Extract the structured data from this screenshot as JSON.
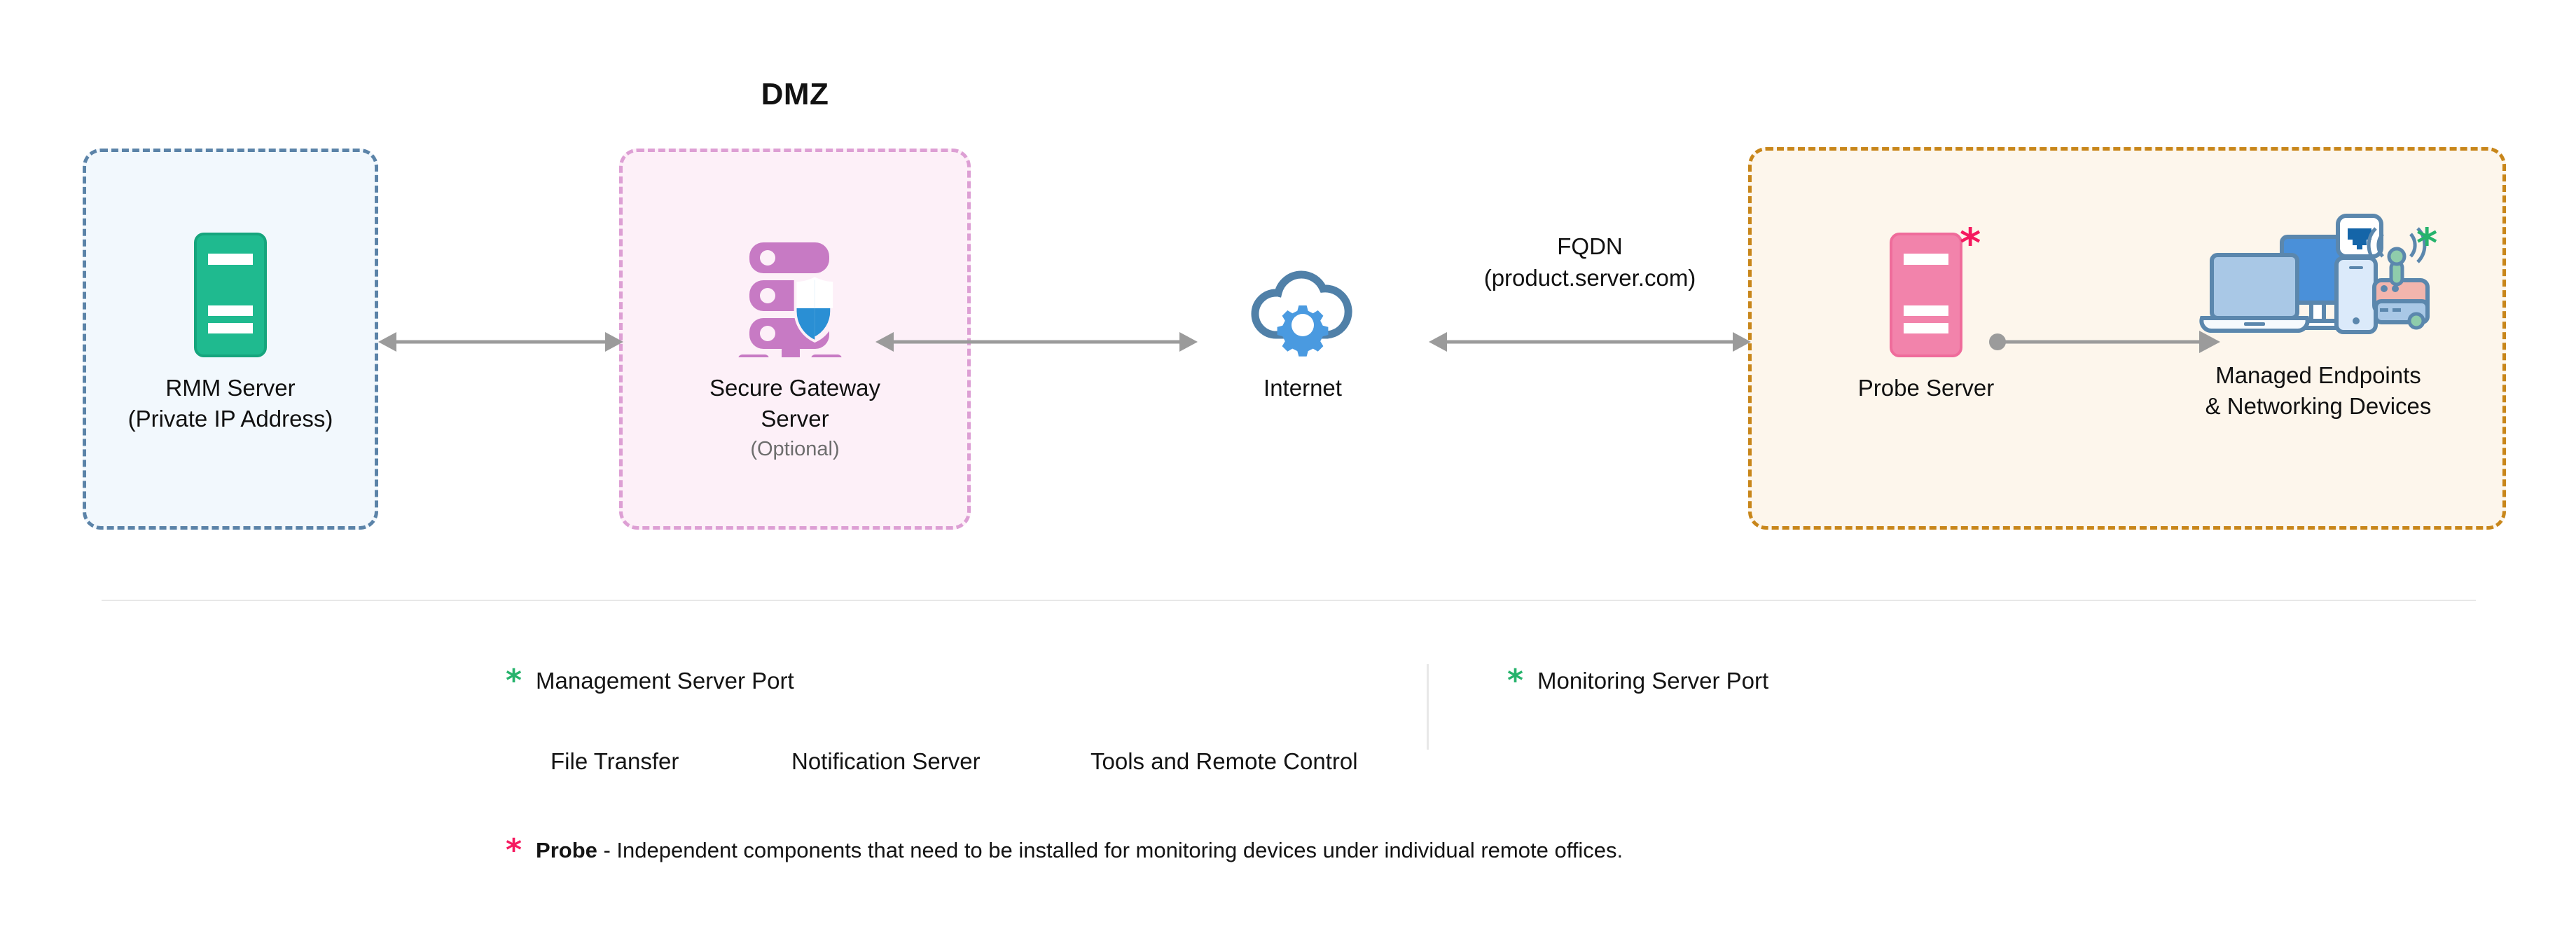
{
  "diagram": {
    "dmz_title": "DMZ",
    "nodes": [
      {
        "id": "rmm-server",
        "label": "RMM Server\n(Private IP Address)",
        "icon": "server-icon"
      },
      {
        "id": "secure-gateway-server",
        "label": "Secure Gateway\nServer",
        "sublabel": "(Optional)",
        "icon": "secure-server-shield-icon"
      },
      {
        "id": "internet",
        "label": "Internet",
        "icon": "cloud-gear-icon"
      },
      {
        "id": "probe-server",
        "label": "Probe Server",
        "icon": "server-icon",
        "marker": "*",
        "marker_color": "#f5195f"
      },
      {
        "id": "managed-endpoints",
        "label": "Managed Endpoints\n& Networking Devices",
        "icon": "devices-cluster-icon",
        "marker": "*",
        "marker_color": "#26b36c"
      }
    ],
    "connector_label": "FQDN\n(product.server.com)"
  },
  "legend": {
    "management": {
      "mark": "*",
      "label": "Management Server Port",
      "color": "#26b36c"
    },
    "monitoring": {
      "mark": "*",
      "label": "Monitoring Server Port",
      "color": "#26b36c"
    },
    "ports": [
      {
        "label": "File Transfer"
      },
      {
        "label": "Notification Server"
      },
      {
        "label": "Tools and Remote Control"
      }
    ],
    "footnote": {
      "mark": "*",
      "term": "Probe",
      "text": " - Independent components that need to be installed for monitoring devices under individual remote offices.",
      "color": "#f5195f"
    }
  },
  "colors": {
    "rmm_zone_border": "#5b83a8",
    "rmm_zone_fill": "#f2f8fd",
    "dmz_zone_border": "#dd9fd4",
    "dmz_zone_fill": "#fdf0f8",
    "remote_zone_border": "#c8861a",
    "remote_zone_fill": "#fdf6ec",
    "rmm_server": "#1fba8f",
    "probe_server": "#f283ab",
    "gateway_rack": "#c77ac4",
    "shield": "#2a8fd4",
    "cloud": "#5080a8",
    "gear": "#4a9ae0",
    "arrow": "#9b9b9b"
  }
}
